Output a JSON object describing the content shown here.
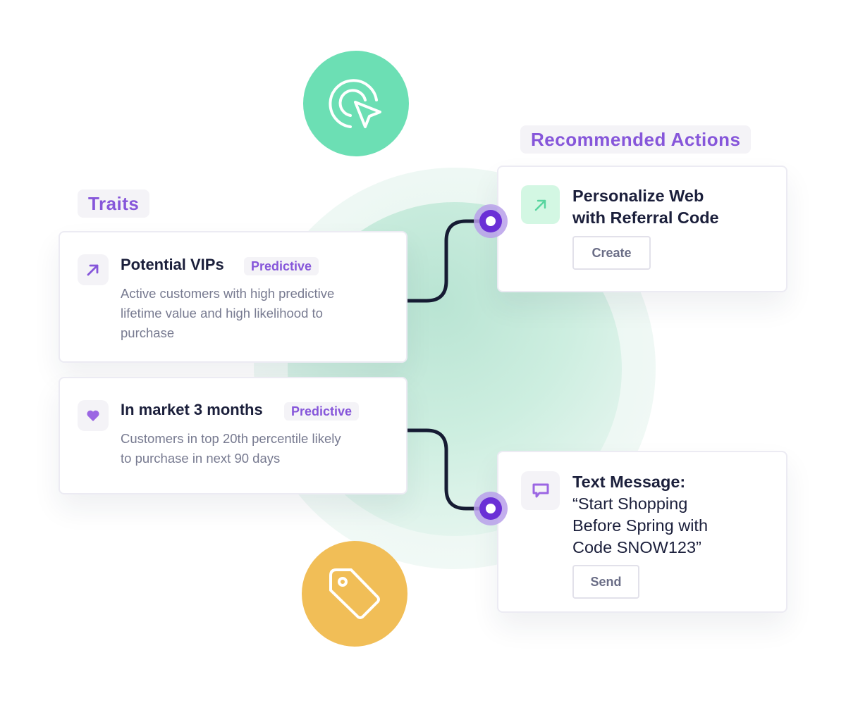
{
  "colors": {
    "accent_purple": "#8656da",
    "node_purple": "#6a2fd6",
    "node_halo": "#b8a0ea",
    "green_circle": "#6cdfb4",
    "yellow_circle": "#f1be57",
    "connector": "#161b33",
    "title_text": "#1b1f3b",
    "desc_text": "#777a90"
  },
  "icons": {
    "top_circle": "cursor-click-icon",
    "bottom_circle": "price-tag-icon"
  },
  "traits": {
    "label": "Traits",
    "items": [
      {
        "icon": "arrow-up-right-icon",
        "title": "Potential VIPs",
        "badge": "Predictive",
        "desc_lines": [
          "Active customers with high predictive",
          "lifetime value and high likelihood to",
          "purchase"
        ]
      },
      {
        "icon": "heart-icon",
        "title": "In market 3 months",
        "badge": "Predictive",
        "desc_lines": [
          "Customers in top 20th percentile likely",
          "to purchase in next 90 days"
        ]
      }
    ]
  },
  "actions": {
    "label": "Recommended Actions",
    "items": [
      {
        "icon": "arrow-up-right-icon",
        "title_lines": [
          "Personalize Web",
          "with Referral Code"
        ],
        "button": "Create"
      },
      {
        "icon": "chat-bubble-icon",
        "title_bold": "Text Message:",
        "title_lines": [
          "“Start Shopping",
          "Before Spring with",
          "Code SNOW123”"
        ],
        "button": "Send"
      }
    ]
  }
}
